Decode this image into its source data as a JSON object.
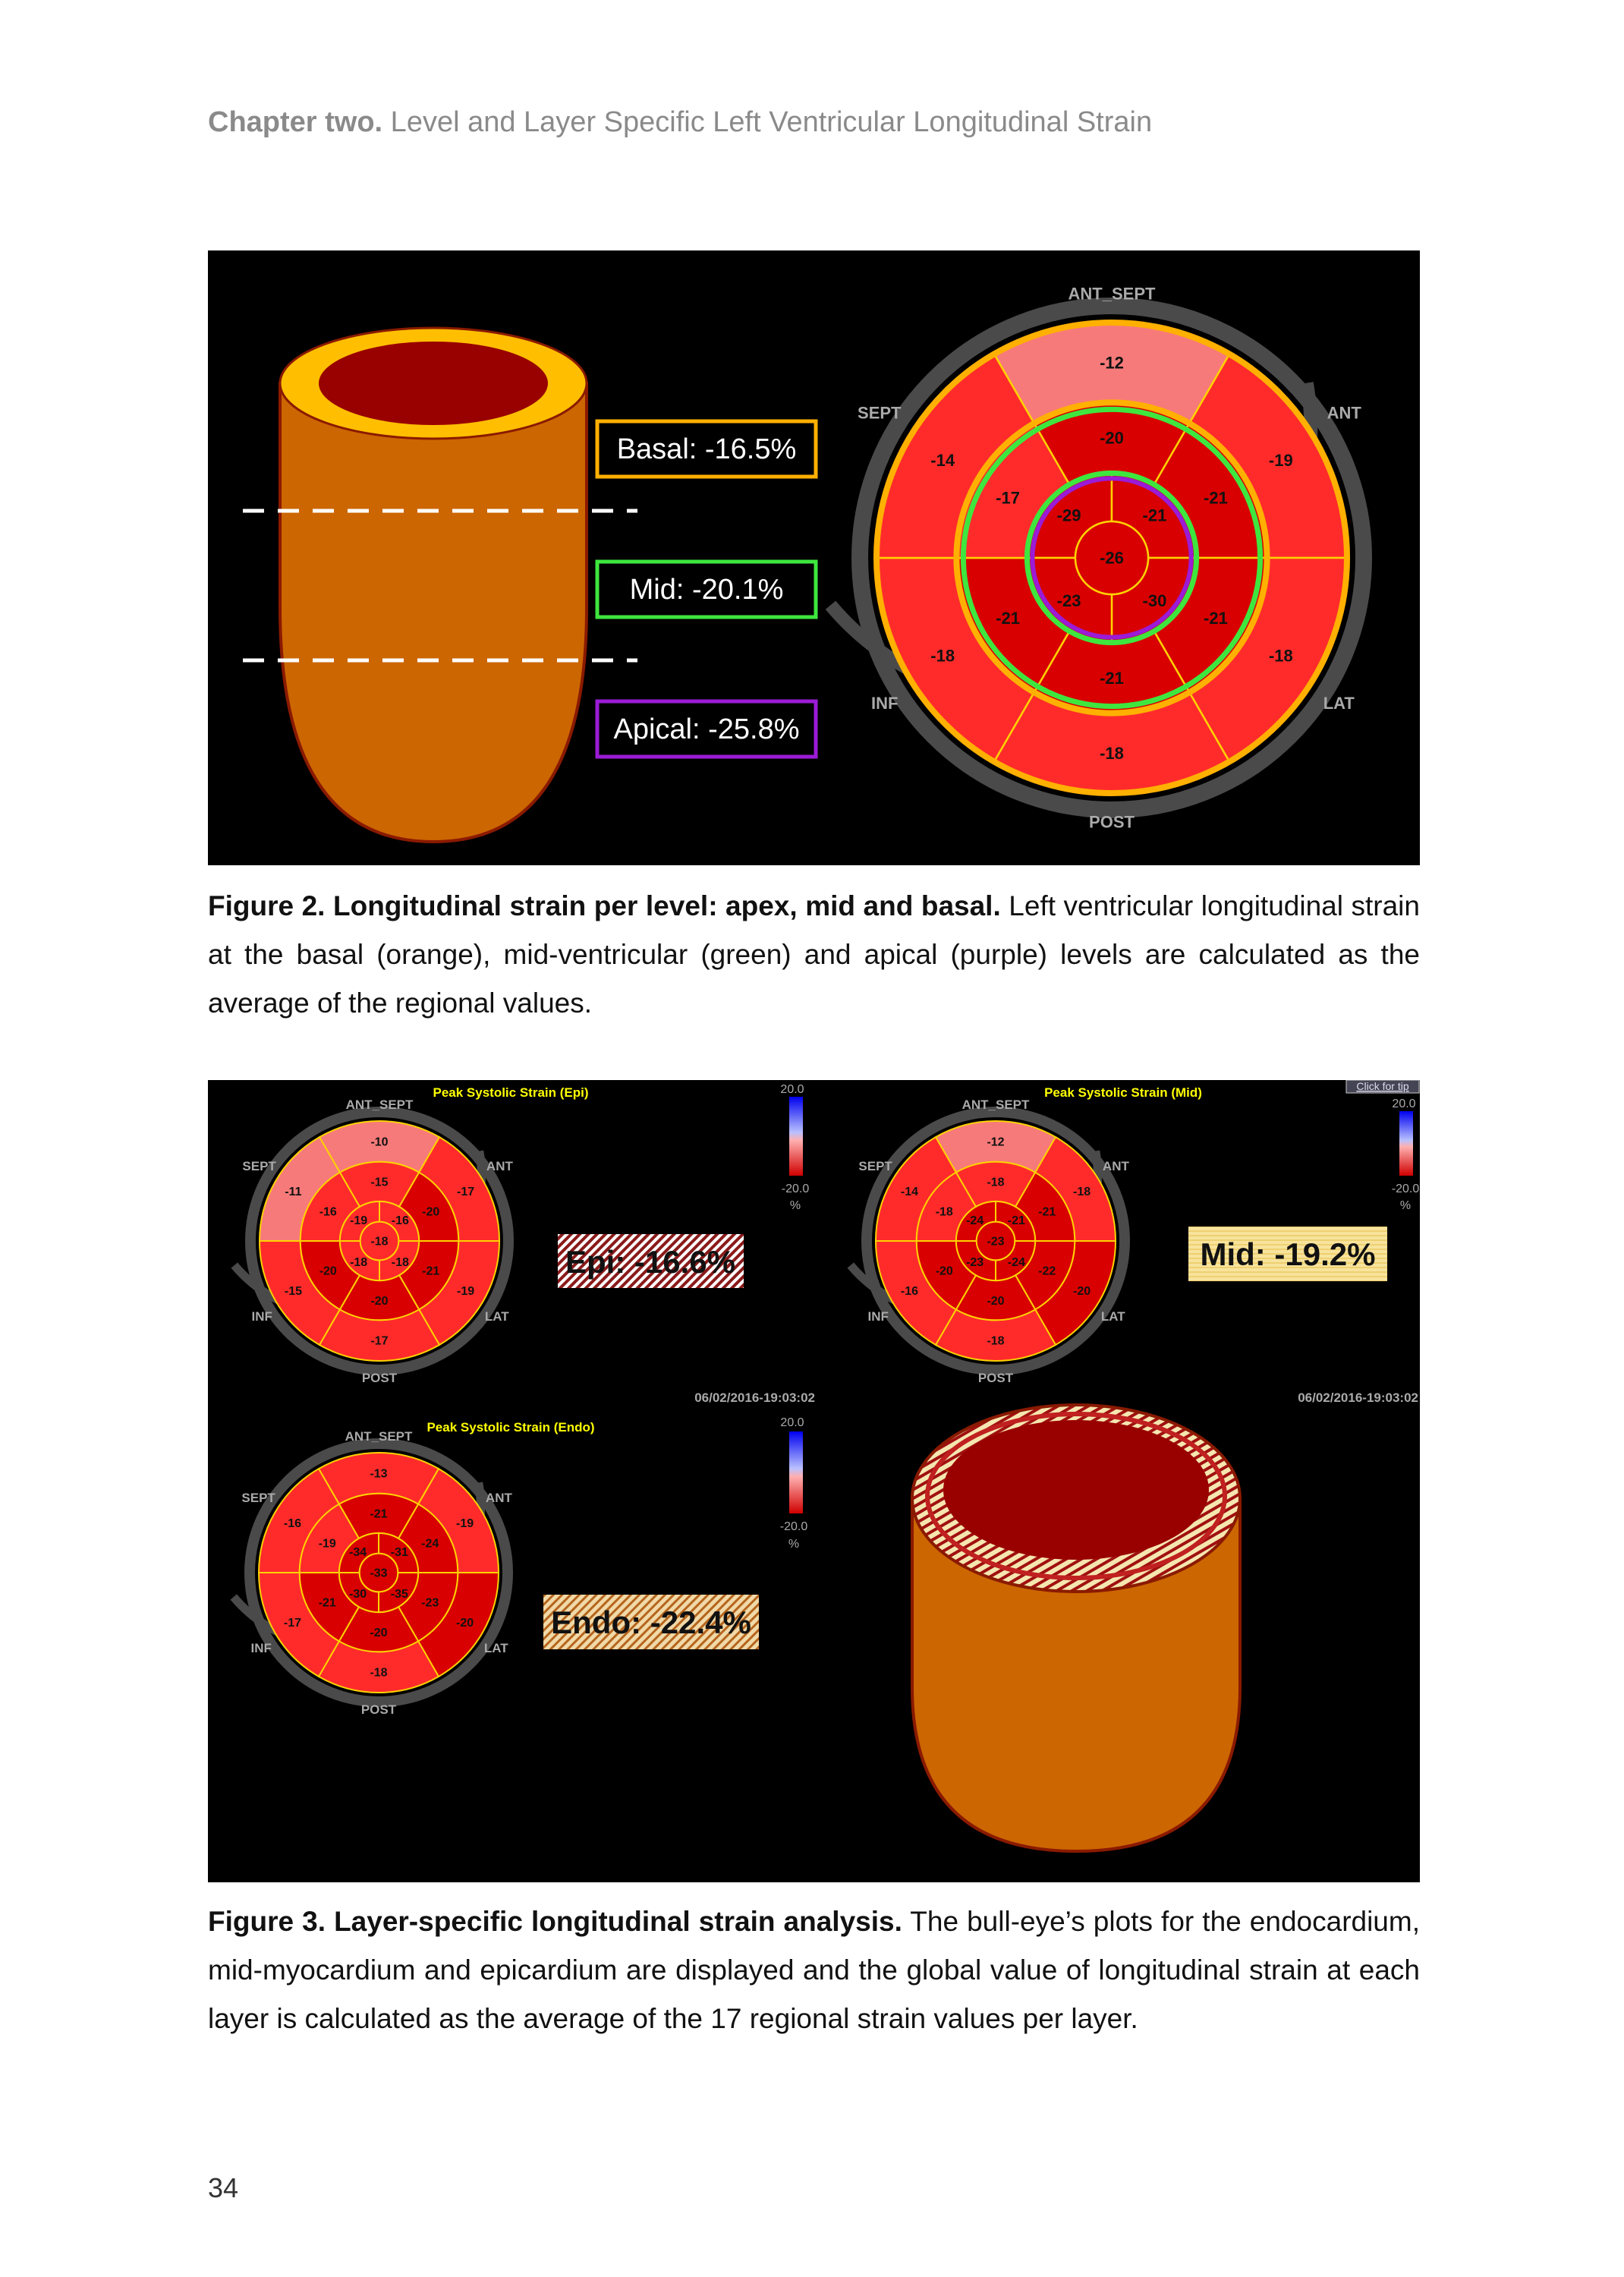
{
  "header": {
    "chapter": "Chapter two.",
    "title": " Level and Layer Specific Left Ventricular Longitudinal Strain"
  },
  "colors": {
    "pink": "#f77a7a",
    "red": "#ff2b2b",
    "darkred": "#d80000",
    "yellow": "#ffd200",
    "gray": "#4a4a4a",
    "orange": "#cc6600",
    "basal": "#ffb000",
    "mid": "#3ee63e",
    "apical": "#9b1bd6"
  },
  "figure2": {
    "labels": {
      "basal": "Basal: -16.5%",
      "mid": "Mid: -20.1%",
      "apical": "Apical: -25.8%"
    },
    "bullseye": {
      "directions": {
        "ant_sept": "ANT_SEPT",
        "sept": "SEPT",
        "ant": "ANT",
        "inf": "INF",
        "lat": "LAT",
        "post": "POST"
      },
      "basal": [
        "-12",
        "-19",
        "-18",
        "-18",
        "-18",
        "-14"
      ],
      "mid": [
        "-20",
        "-21",
        "-21",
        "-21",
        "-21",
        "-17"
      ],
      "apical": [
        "-29",
        "-21",
        "-30",
        "-23"
      ],
      "apex": "-26"
    },
    "caption_bold": "Figure 2. Longitudinal strain per level: apex, mid and basal.",
    "caption_text": " Left ventricular longitudinal strain at the basal (orange), mid-ventricular (green) and apical (purple) levels are calculated as the average of the regional values."
  },
  "figure3": {
    "click_tip": "Click for tip",
    "plots": {
      "epi": {
        "title": "Peak Systolic Strain (Epi)",
        "scale_max": "20.0",
        "scale_min": "-20.0",
        "unit": "%",
        "timestamp": "06/02/2016-19:03:02",
        "value_label": "Epi: -16.6%",
        "basal": [
          "-10",
          "-17",
          "-19",
          "-17",
          "-15",
          "-11"
        ],
        "mid": [
          "-15",
          "-20",
          "-21",
          "-20",
          "-20",
          "-16"
        ],
        "apical": [
          "-19",
          "-16",
          "-18",
          "-18"
        ],
        "apex": "-18"
      },
      "mid": {
        "title": "Peak Systolic Strain (Mid)",
        "scale_max": "20.0",
        "scale_min": "-20.0",
        "unit": "%",
        "timestamp": "06/02/2016-19:03:02",
        "value_label": "Mid: -19.2%",
        "basal": [
          "-12",
          "-18",
          "-20",
          "-18",
          "-16",
          "-14"
        ],
        "mid": [
          "-18",
          "-21",
          "-22",
          "-20",
          "-20",
          "-18"
        ],
        "apical": [
          "-24",
          "-21",
          "-24",
          "-23"
        ],
        "apex": "-23"
      },
      "endo": {
        "title": "Peak Systolic Strain (Endo)",
        "scale_max": "20.0",
        "scale_min": "-20.0",
        "unit": "%",
        "value_label": "Endo: -22.4%",
        "basal": [
          "-13",
          "-19",
          "-20",
          "-18",
          "-17",
          "-16"
        ],
        "mid": [
          "-21",
          "-24",
          "-23",
          "-20",
          "-21",
          "-19"
        ],
        "apical": [
          "-34",
          "-31",
          "-35",
          "-30"
        ],
        "apex": "-33"
      }
    },
    "directions": {
      "ant_sept": "ANT_SEPT",
      "sept": "SEPT",
      "ant": "ANT",
      "inf": "INF",
      "lat": "LAT",
      "post": "POST"
    },
    "caption_bold": "Figure 3. Layer-specific longitudinal strain analysis.",
    "caption_text": " The bull-eye’s plots for the endocardium, mid-myocardium and epicardium are displayed and the global value of longitudinal strain at each layer is calculated as the average of the 17 regional strain values per layer."
  },
  "page_number": "34"
}
